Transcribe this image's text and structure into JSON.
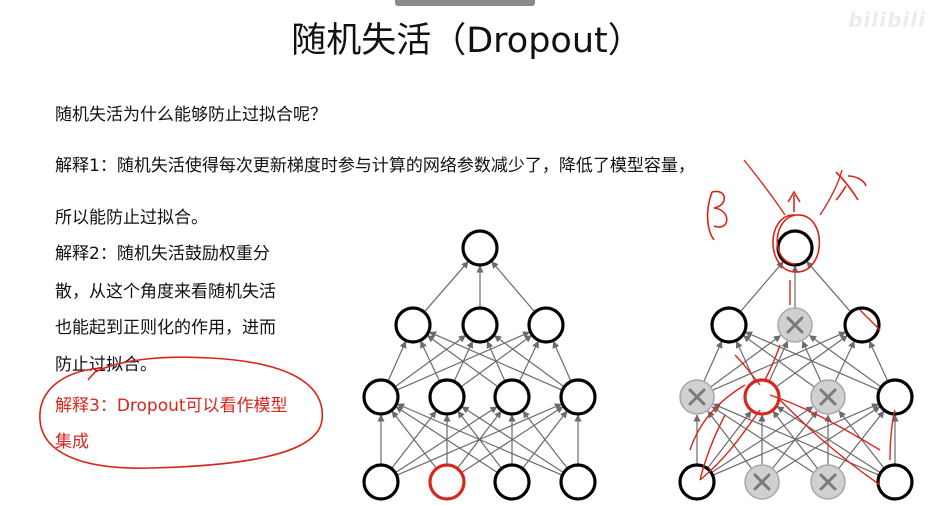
{
  "watermark": "bilibili",
  "slide": {
    "title": "随机失活（Dropout）",
    "question": "随机失活为什么能够防止过拟合呢？",
    "exp1_line1": "解释1：随机失活使得每次更新梯度时参与计算的网络参数减少了，降低了模型容量，",
    "exp1_line2": "所以能防止过拟合。",
    "exp2_line1": "解释2：随机失活鼓励权重分",
    "exp2_line2": "散，从这个角度来看随机失活",
    "exp2_line3": "也能起到正则化的作用，进而",
    "exp2_line4": "防止过拟合。",
    "exp3_line1": "解释3：Dropout可以看作模型",
    "exp3_line2": "集成"
  },
  "colors": {
    "text": "#111111",
    "highlight": "#d9261c",
    "annotation": "#d9261c",
    "dropped_fill": "#d0d0d0",
    "edge": "#6b6b6b"
  },
  "networks": [
    {
      "name": "full-network",
      "layers": [
        {
          "dropped": [
            false,
            false,
            false,
            false
          ],
          "highlight": [
            false,
            true,
            false,
            false
          ]
        },
        {
          "dropped": [
            false,
            false,
            false,
            false
          ],
          "highlight": [
            false,
            false,
            false,
            false
          ]
        },
        {
          "dropped": [
            false,
            false,
            false
          ],
          "highlight": [
            false,
            false,
            false
          ]
        },
        {
          "dropped": [
            false
          ],
          "highlight": [
            false
          ]
        }
      ]
    },
    {
      "name": "dropout-network",
      "layers": [
        {
          "dropped": [
            false,
            true,
            true,
            false
          ],
          "highlight": [
            false,
            false,
            false,
            false
          ]
        },
        {
          "dropped": [
            true,
            false,
            true,
            false
          ],
          "highlight": [
            false,
            true,
            false,
            false
          ]
        },
        {
          "dropped": [
            false,
            true,
            false
          ],
          "highlight": [
            false,
            false,
            false
          ]
        },
        {
          "dropped": [
            false
          ],
          "highlight": [
            false
          ]
        }
      ]
    }
  ]
}
